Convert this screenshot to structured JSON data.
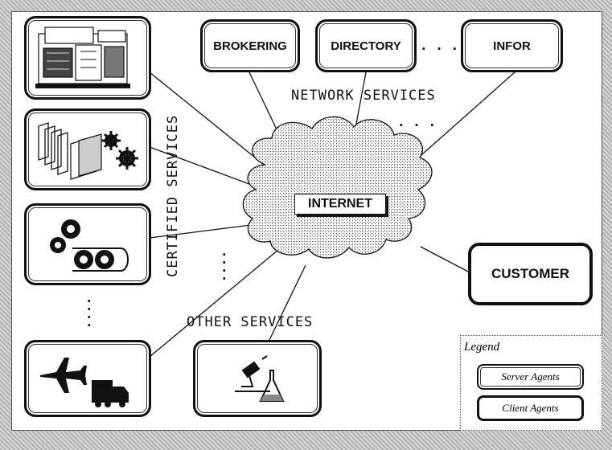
{
  "network_services": {
    "title": "NETWORK SERVICES",
    "items": [
      "BROKERING",
      "DIRECTORY",
      "INFOR"
    ],
    "ellipsis": ". . .",
    "vertical_ellipsis": ". . ."
  },
  "certified_services": {
    "title": "CERTIFIED SERVICES"
  },
  "other_services": {
    "title": "OTHER SERVICES"
  },
  "internet": {
    "label": "INTERNET"
  },
  "customer": {
    "label": "CUSTOMER"
  },
  "legend": {
    "title": "Legend",
    "server": "Server Agents",
    "client": "Client Agents"
  },
  "icons": [
    "factory-machine-icon",
    "gears-files-icon",
    "conveyor-rollers-icon",
    "airplane-truck-icon",
    "microscope-flask-icon"
  ]
}
